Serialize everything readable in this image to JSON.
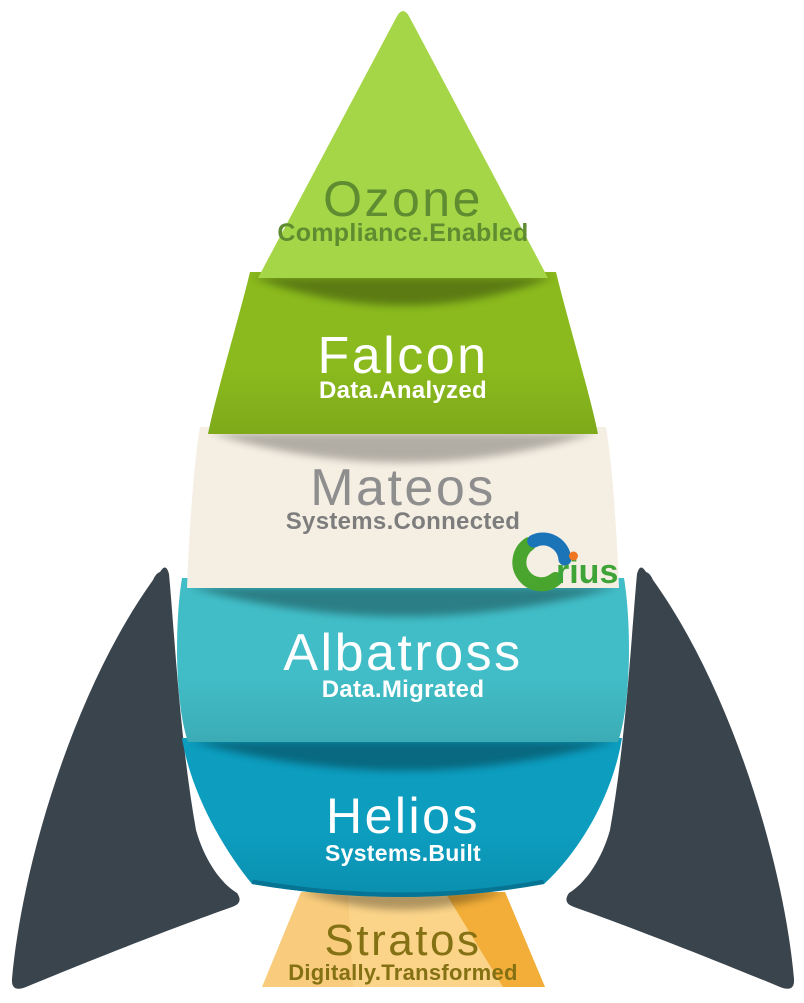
{
  "figure": {
    "type": "rocket-stack-infographic",
    "background_color": "#ffffff",
    "fin_color": "#3a444d",
    "brand": {
      "name": "Crius",
      "wordmark": "rius",
      "arc_blue": "#1b74b8",
      "arc_green": "#4aa52e",
      "text_green": "#3fa437",
      "dot_orange": "#f0761f"
    },
    "sections": [
      {
        "name": "ozone",
        "title": "Ozone",
        "subtitle": "Compliance.Enabled",
        "fill": "#a5d647",
        "title_color": "#5f8c30",
        "subtitle_color": "#5f8c30"
      },
      {
        "name": "falcon",
        "title": "Falcon",
        "subtitle": "Data.Analyzed",
        "fill": "#8aba1d",
        "title_color": "#ffffff",
        "subtitle_color": "#ffffff"
      },
      {
        "name": "mateos",
        "title": "Mateos",
        "subtitle": "Systems.Connected",
        "fill": "#f5efe3",
        "title_color": "#8e8e8e",
        "subtitle_color": "#7d7d7d"
      },
      {
        "name": "albatross",
        "title": "Albatross",
        "subtitle": "Data.Migrated",
        "fill": "#41bdc7",
        "title_color": "#ffffff",
        "subtitle_color": "#ffffff"
      },
      {
        "name": "helios",
        "title": "Helios",
        "subtitle": "Systems.Built",
        "fill": "#0c9dbf",
        "title_color": "#ffffff",
        "subtitle_color": "#ffffff"
      },
      {
        "name": "stratos",
        "title": "Stratos",
        "subtitle": "Digitally.Transformed",
        "fill_left": "#f8cc7c",
        "fill_mid": "#fbd489",
        "fill_right": "#f2ae38",
        "title_color": "#837113",
        "subtitle_color": "#837113"
      }
    ]
  }
}
